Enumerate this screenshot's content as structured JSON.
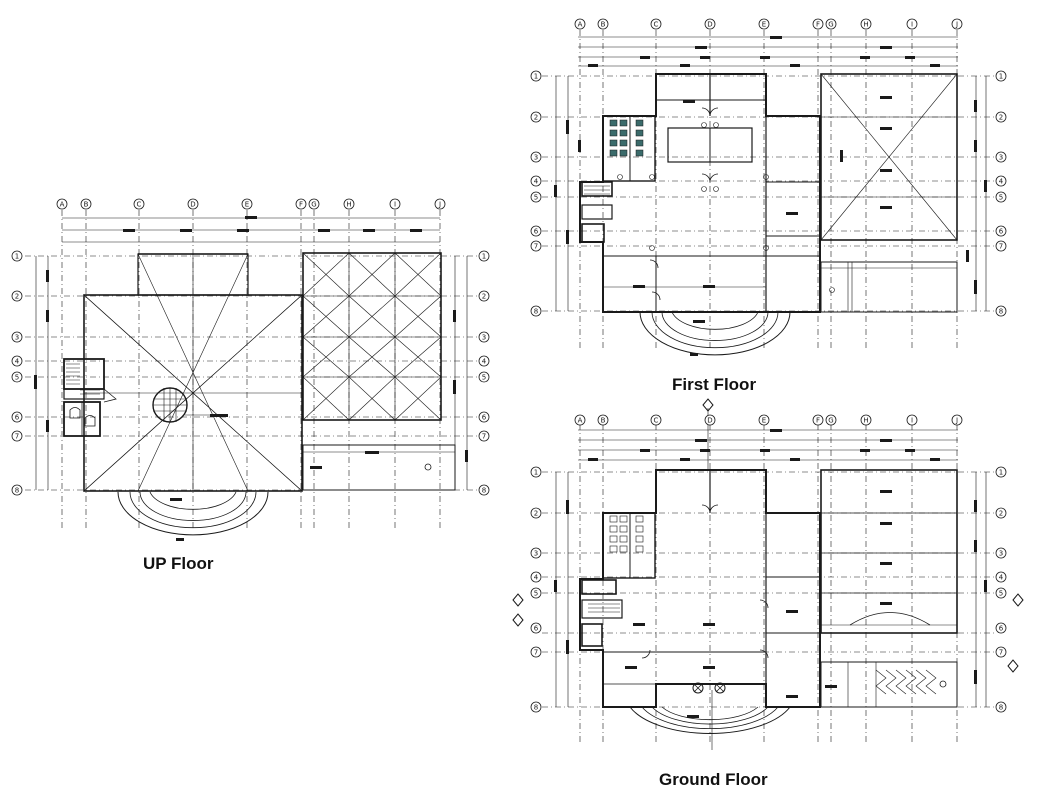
{
  "plans": {
    "up": {
      "title": "UP Floor",
      "columns": [
        "A",
        "B",
        "C",
        "D",
        "E",
        "F",
        "G",
        "H",
        "I",
        "J"
      ],
      "rows": [
        "1",
        "2",
        "3",
        "4",
        "5",
        "6",
        "7",
        "8"
      ]
    },
    "first": {
      "title": "First Floor",
      "columns": [
        "A",
        "B",
        "C",
        "D",
        "E",
        "F",
        "G",
        "H",
        "I",
        "J"
      ],
      "rows": [
        "1",
        "2",
        "3",
        "4",
        "5",
        "6",
        "7",
        "8"
      ]
    },
    "ground": {
      "title": "Ground Floor",
      "columns": [
        "A",
        "B",
        "C",
        "D",
        "E",
        "F",
        "G",
        "H",
        "I",
        "J"
      ],
      "rows": [
        "1",
        "2",
        "3",
        "4",
        "5",
        "6",
        "7",
        "8"
      ]
    }
  },
  "colors": {
    "line": "#1a1a1a",
    "background": "#ffffff"
  }
}
